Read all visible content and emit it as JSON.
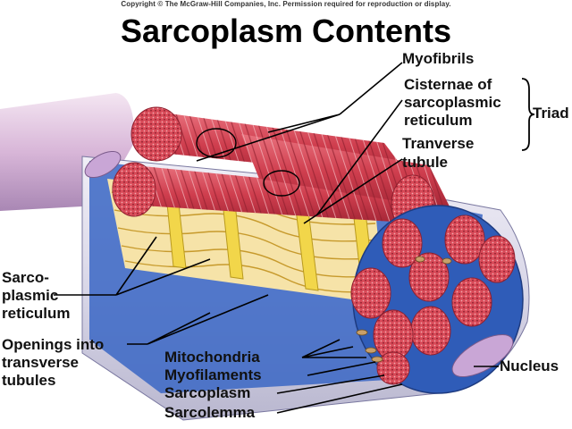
{
  "header": {
    "copyright": "Copyright © The McGraw-Hill Companies, Inc. Permission required for reproduction or display.",
    "title": "Sarcoplasm Contents"
  },
  "labels": {
    "myofibrils": "Myofibrils",
    "cisternae_1": "Cisternae of",
    "cisternae_2": "sarcoplasmic",
    "cisternae_3": "reticulum",
    "triad": "Triad",
    "tubule_1": "Tranverse",
    "tubule_2": "tubule",
    "sr_1": "Sarco-",
    "sr_2": "plasmic",
    "sr_3": "reticulum",
    "openings_1": "Openings into",
    "openings_2": "transverse",
    "openings_3": "tubules",
    "mitochondria": "Mitochondria",
    "myofilaments": "Myofilaments",
    "sarcoplasm": "Sarcoplasm",
    "sarcolemma": "Sarcolemma",
    "nucleus": "Nucleus"
  },
  "colors": {
    "myofibril": "#d84a58",
    "myofibril_dark": "#b02e3e",
    "tubule_yellow": "#f2d64a",
    "sarcolemma": "#dcdcec",
    "sarcoplasm_blue": "#3a66c4",
    "nucleus": "#c9a6d6"
  }
}
